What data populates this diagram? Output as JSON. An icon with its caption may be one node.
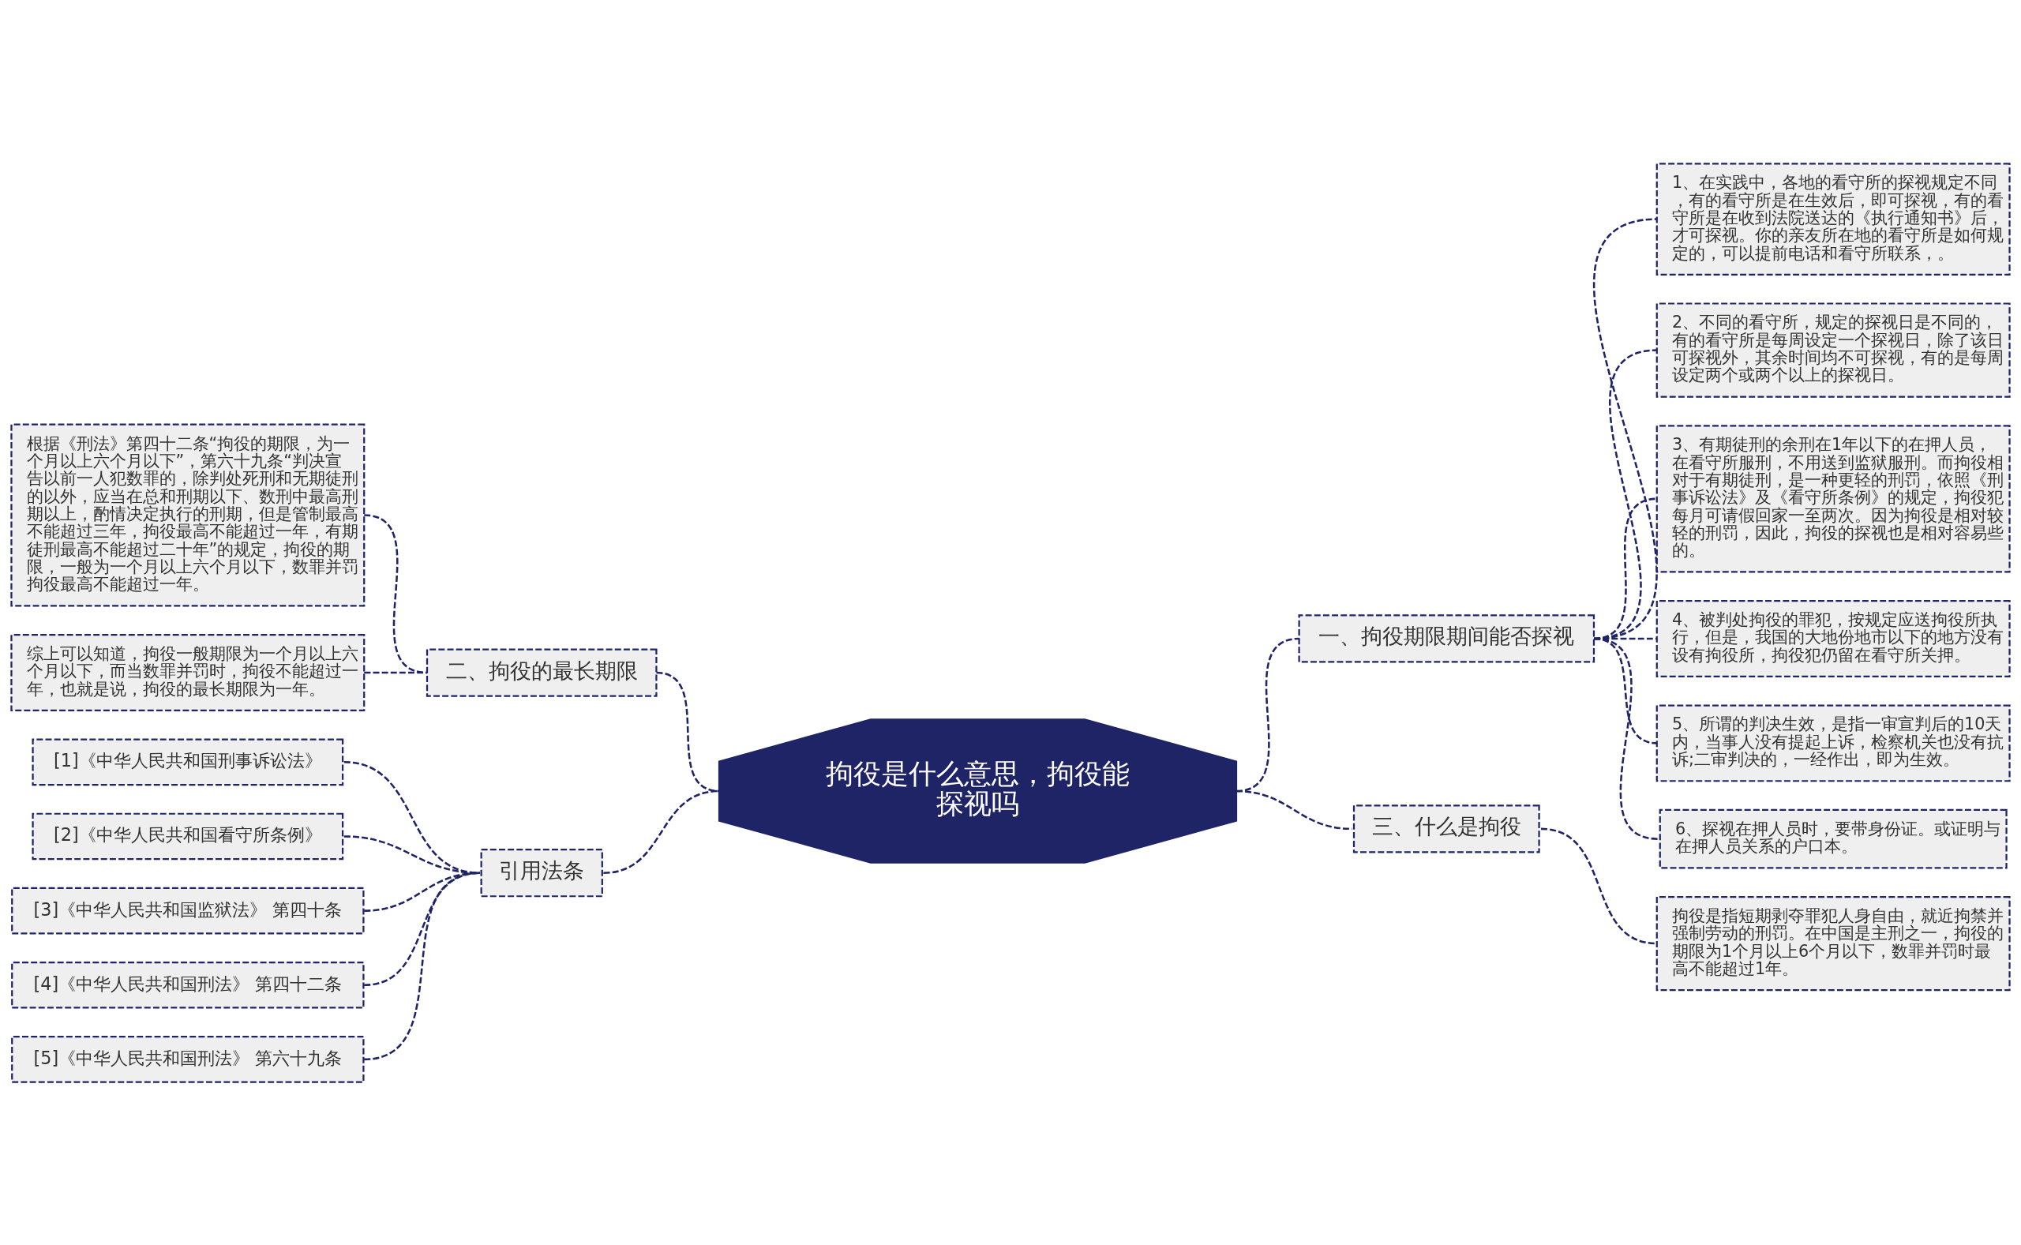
{
  "diagram": {
    "nodes": [
      {
        "text": [
          "拘役是什么意思，拘役能探视吗"
        ]
      },
      {
        "text": [
          "一、拘役期限期间能否探视"
        ]
      },
      {
        "text": [
          "1、在实践中，各地的看守所的探视规定不同，有的看守所是在生效后，即可探视，有的看守所是在收到法院送达的《执行通知书》后，才可探视。你的亲友所在地的看守所是如何规定的，可以提前电话和看守所联系，。"
        ]
      },
      {
        "text": [
          "2、不同的看守所，规定的探视日是不同的，有的看守所是每周设定一个探视日，除了该日可探视外，其余时间均不可探视，有的是每周设定两个或两个以上的探视日。"
        ]
      },
      {
        "text": [
          "3、有期徒刑的余刑在1年以下的在押人员，在看守所服刑，不用送到监狱服刑。而拘役相对于有期徒刑，是一种更轻的刑罚，依照《刑事诉讼法》及《看守所条例》的规定，拘役犯每月可请假回家一至两次。因为拘役是相对较轻的刑罚，因此，拘役的探视也是相对容易些的。"
        ]
      },
      {
        "text": [
          "4、被判处拘役的罪犯，按规定应送拘役所执行，但是，我国的大地份地市以下的地方没有设有拘役所，拘役犯仍留在看守所关押。"
        ]
      },
      {
        "text": [
          "5、所谓的判决生效，是指一审宣判后的10天内，当事人没有提起上诉，检察机关也没有抗诉;二审判决的，一经作出，即为生效。"
        ]
      },
      {
        "text": [
          "6、探视在押人员时，要带身份证。或证明与在押人员关系的户口本。"
        ]
      },
      {
        "text": [
          "三、什么是拘役"
        ]
      },
      {
        "text": [
          "拘役是指短期剥夺罪犯人身自由，就近拘禁并强制劳动的刑罚。在中国是主刑之一，拘役的期限为1个月以上6个月以下，数罪并罚时最高不能超过1年。"
        ]
      },
      {
        "text": [
          "二、拘役的最长期限"
        ]
      },
      {
        "text": [
          "根据《刑法》第四十二条“拘役的期限，为一个月以上六个月以下”，第六十九条“判决宣告以前一人犯数罪的，除判处死刑和无期徒刑的以外，应当在总和刑期以下、数刑中最高刑期以上，酌情决定执行的刑期，但是管制最高不能超过三年，拘役最高不能超过一年，有期徒刑最高不能超过二十年”的规定，拘役的期限，一般为一个月以上六个月以下，数罪并罚拘役最高不能超过一年。"
        ]
      },
      {
        "text": [
          "综上可以知道，拘役一般期限为一个月以上六个月以下，而当数罪并罚时，拘役不能超过一年，也就是说，拘役的最长期限为一年。"
        ]
      },
      {
        "text": [
          "引用法条"
        ]
      },
      {
        "text": [
          "[1]《中华人民共和国刑事诉讼法》"
        ]
      },
      {
        "text": [
          "[2]《中华人民共和国看守所条例》"
        ]
      },
      {
        "text": [
          "[3]《中华人民共和国监狱法》 第四十条"
        ]
      },
      {
        "text": [
          "[4]《中华人民共和国刑法》 第四十二条"
        ]
      },
      {
        "text": [
          "[5]《中华人民共和国刑法》 第六十九条"
        ]
      }
    ],
    "edges": [
      {
        "from": 0,
        "to": 1,
        "arrow": "none",
        "style": "dashed"
      },
      {
        "from": 1,
        "to": 2,
        "arrow": "none",
        "style": "dashed"
      },
      {
        "from": 1,
        "to": 3,
        "arrow": "none",
        "style": "dashed"
      },
      {
        "from": 1,
        "to": 4,
        "arrow": "none",
        "style": "dashed"
      },
      {
        "from": 1,
        "to": 5,
        "arrow": "none",
        "style": "dashed"
      },
      {
        "from": 1,
        "to": 6,
        "arrow": "none",
        "style": "dashed"
      },
      {
        "from": 1,
        "to": 7,
        "arrow": "none",
        "style": "dashed"
      },
      {
        "from": 0,
        "to": 8,
        "arrow": "none",
        "style": "dashed"
      },
      {
        "from": 8,
        "to": 9,
        "arrow": "none",
        "style": "dashed"
      },
      {
        "from": 11,
        "to": 10,
        "arrow": "none",
        "style": "dashed"
      },
      {
        "from": 12,
        "to": 10,
        "arrow": "none",
        "style": "dashed"
      },
      {
        "from": 10,
        "to": 0,
        "arrow": "none",
        "style": "dashed"
      },
      {
        "from": 14,
        "to": 13,
        "arrow": "none",
        "style": "dashed"
      },
      {
        "from": 15,
        "to": 13,
        "arrow": "none",
        "style": "dashed"
      },
      {
        "from": 16,
        "to": 13,
        "arrow": "none",
        "style": "dashed"
      },
      {
        "from": 17,
        "to": 13,
        "arrow": "none",
        "style": "dashed"
      },
      {
        "from": 18,
        "to": 13,
        "arrow": "none",
        "style": "dashed"
      },
      {
        "from": 13,
        "to": 0,
        "arrow": "none",
        "style": "dashed"
      }
    ]
  }
}
